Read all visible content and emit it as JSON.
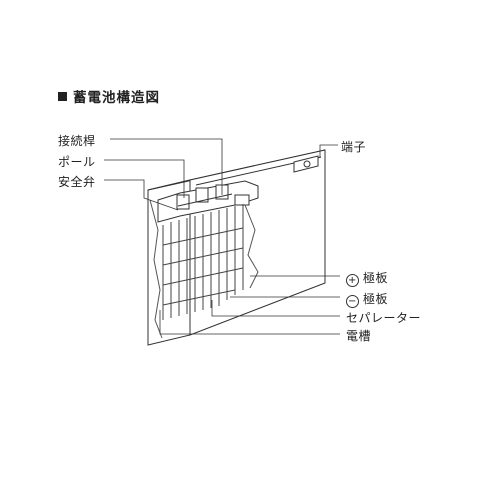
{
  "title": "蓄電池構造図",
  "labels": {
    "connector": "接続桿",
    "pole": "ポール",
    "valve": "安全弁",
    "terminal": "端子",
    "positive_sign": "+",
    "positive_plate": "極板",
    "negative_sign": "−",
    "negative_plate": "極板",
    "separator": "セパレーター",
    "case": "電槽"
  },
  "colors": {
    "line": "#333333",
    "accent_plate": "#555555"
  }
}
